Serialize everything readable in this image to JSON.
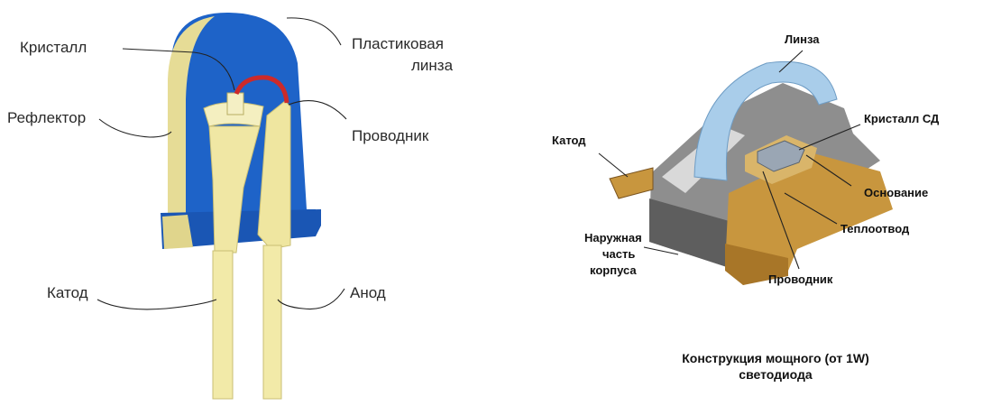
{
  "left_diagram": {
    "labels": {
      "crystal": "Кристалл",
      "reflector": "Рефлектор",
      "lens_line1": "Пластиковая",
      "lens_line2": "линза",
      "conductor": "Проводник",
      "cathode": "Катод",
      "anode": "Анод"
    }
  },
  "right_diagram": {
    "labels": {
      "lens": "Линза",
      "crystal": "Кристалл СД",
      "cathode": "Катод",
      "base": "Основание",
      "heatsink": "Теплоотвод",
      "housing_line1": "Наружная",
      "housing_line2": "часть",
      "housing_line3": "корпуса",
      "conductor": "Проводник"
    },
    "caption_line1": "Конструкция мощного (от 1W)",
    "caption_line2": "светодиода"
  },
  "colors": {
    "lens_blue": "#1e63c8",
    "reflector_yellow": "#e6dc96",
    "lead_yellow": "#f2eaa8",
    "wire_red": "#cc2a2a",
    "housing_grey": "#8e8e8e",
    "heatsink_tan": "#c8963e",
    "power_lens_blue": "#a9cdea"
  }
}
